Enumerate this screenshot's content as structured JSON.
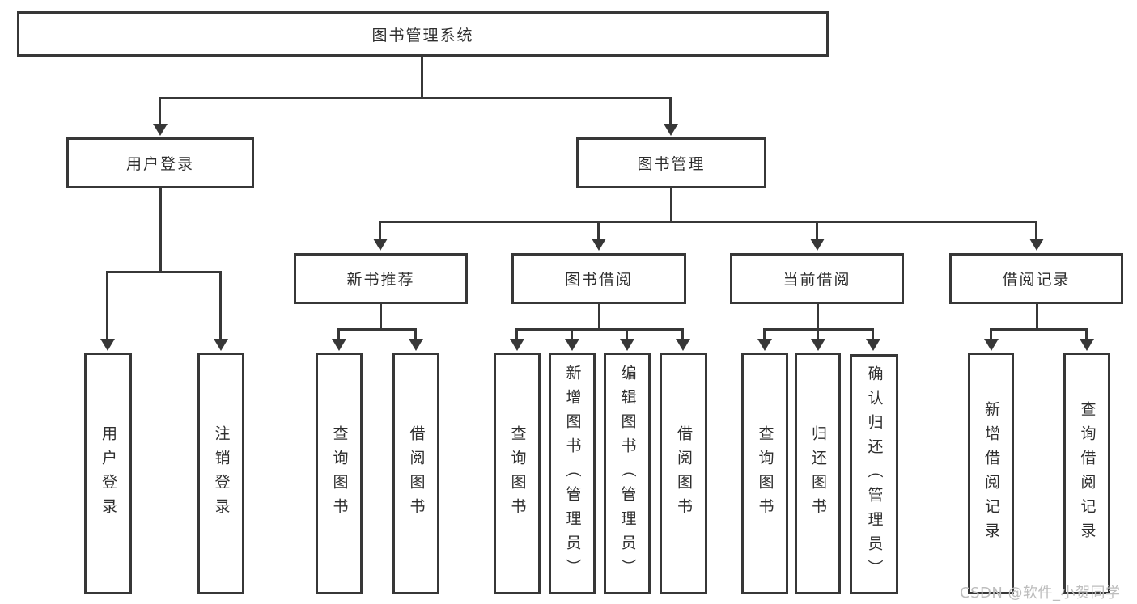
{
  "tree": {
    "root": "图书管理系统",
    "level2": {
      "user_login": "用户登录",
      "book_management": "图书管理"
    },
    "level3": {
      "new_book_recommend": "新书推荐",
      "book_borrow": "图书借阅",
      "current_borrow": "当前借阅",
      "borrow_records": "借阅记录"
    },
    "leaves": {
      "user_login": [
        "用户登录",
        "注销登录"
      ],
      "new_book_recommend": [
        "查询图书",
        "借阅图书"
      ],
      "book_borrow": [
        "查询图书",
        "新增图书（管理员）",
        "编辑图书（管理员）",
        "借阅图书"
      ],
      "current_borrow": [
        "查询图书",
        "归还图书",
        "确认归还（管理员）"
      ],
      "borrow_records": [
        "新增借阅记录",
        "查询借阅记录"
      ]
    }
  },
  "watermark": {
    "text": "CSDN @软件_小贺同学"
  },
  "colors": {
    "line": "#373737",
    "text": "#2e2e2e",
    "background": "#ffffff",
    "watermark": "#bdbdbd"
  }
}
